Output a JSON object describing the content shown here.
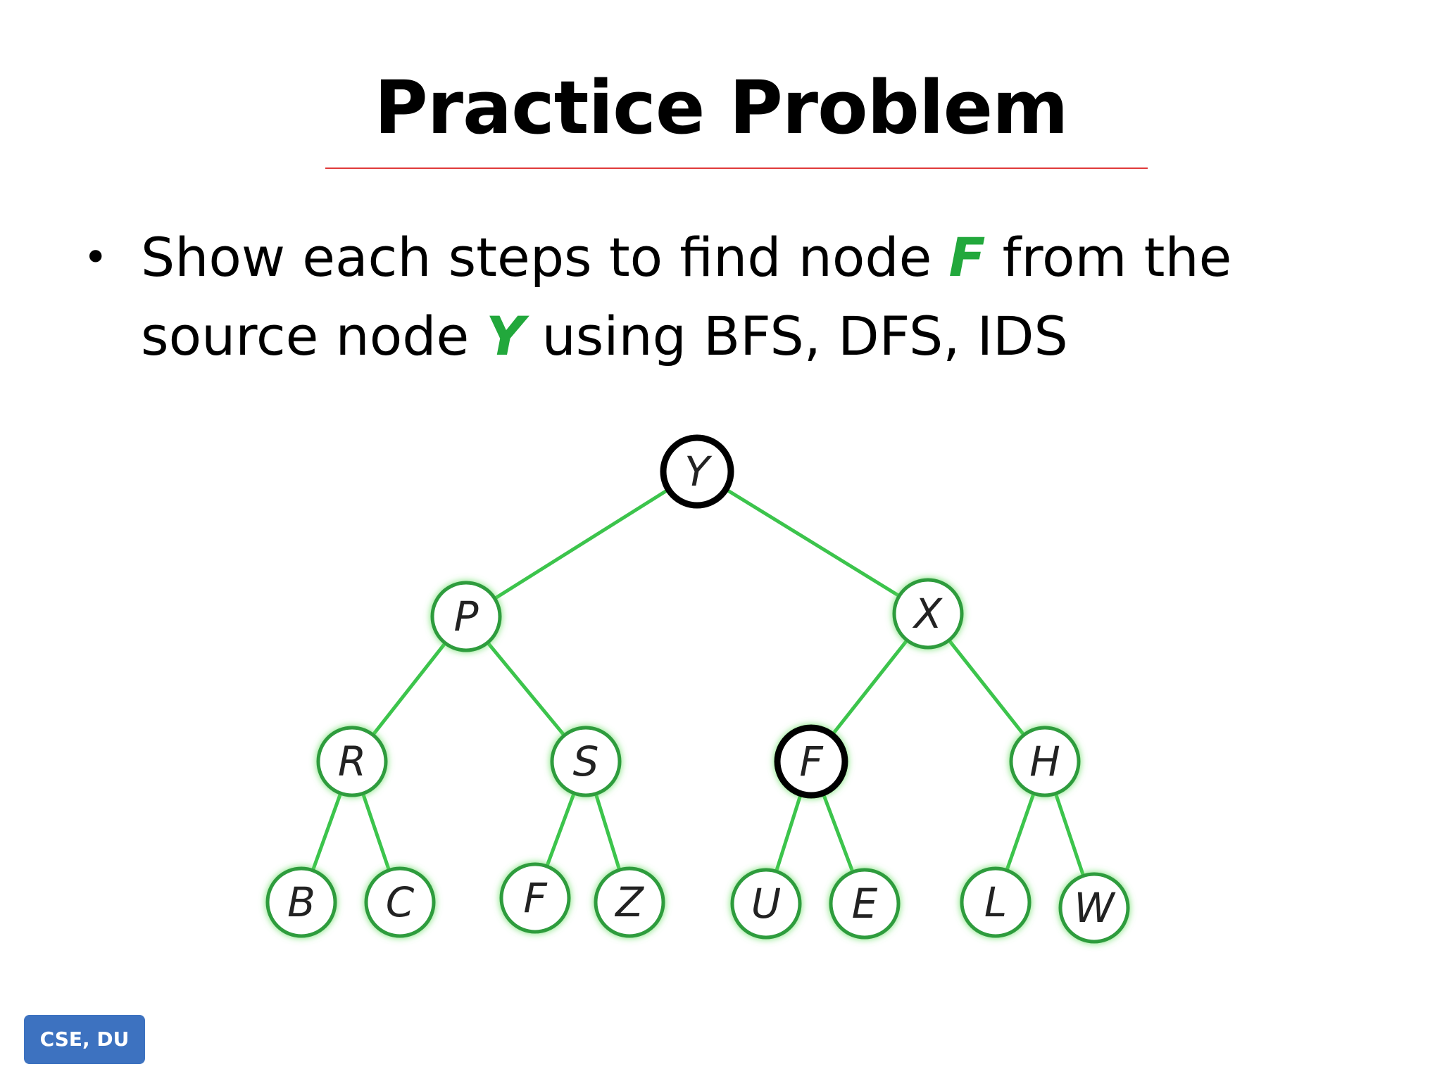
{
  "slide": {
    "title": "Practice Problem",
    "bullet": {
      "part1": "Show each steps to find node ",
      "goal": "F",
      "part2": " from the",
      "part3": "source node ",
      "source": "Y",
      "part4": " using BFS, DFS, IDS"
    },
    "badge": "CSE, DU"
  },
  "colors": {
    "highlight": "#22a83c",
    "edge": "#3cc44c",
    "node_border": "#2e9c3e",
    "special_node_border": "#000000",
    "title_rule": "#e03a3a",
    "badge_bg": "#3d72c0"
  },
  "tree": {
    "nodes": [
      {
        "id": "Y",
        "label": "Y",
        "special": true
      },
      {
        "id": "P",
        "label": "P",
        "special": false
      },
      {
        "id": "X",
        "label": "X",
        "special": false
      },
      {
        "id": "R",
        "label": "R",
        "special": false
      },
      {
        "id": "S",
        "label": "S",
        "special": false
      },
      {
        "id": "F1",
        "label": "F",
        "special": true
      },
      {
        "id": "H",
        "label": "H",
        "special": false
      },
      {
        "id": "B",
        "label": "B",
        "special": false
      },
      {
        "id": "C",
        "label": "C",
        "special": false
      },
      {
        "id": "F2",
        "label": "F",
        "special": false
      },
      {
        "id": "Z",
        "label": "Z",
        "special": false
      },
      {
        "id": "U",
        "label": "U",
        "special": false
      },
      {
        "id": "E",
        "label": "E",
        "special": false
      },
      {
        "id": "L",
        "label": "L",
        "special": false
      },
      {
        "id": "W",
        "label": "W",
        "special": false
      }
    ],
    "edges": [
      [
        "Y",
        "P"
      ],
      [
        "Y",
        "X"
      ],
      [
        "P",
        "R"
      ],
      [
        "P",
        "S"
      ],
      [
        "X",
        "F1"
      ],
      [
        "X",
        "H"
      ],
      [
        "R",
        "B"
      ],
      [
        "R",
        "C"
      ],
      [
        "S",
        "F2"
      ],
      [
        "S",
        "Z"
      ],
      [
        "F1",
        "U"
      ],
      [
        "F1",
        "E"
      ],
      [
        "H",
        "L"
      ],
      [
        "H",
        "W"
      ]
    ]
  }
}
